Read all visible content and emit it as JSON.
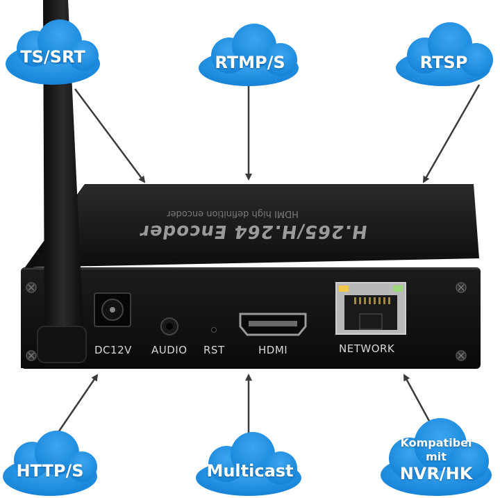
{
  "clouds": {
    "ts_srt": "TS/SRT",
    "rtmp_s": "RTMP/S",
    "rtsp": "RTSP",
    "http_s": "HTTP/S",
    "multicast": "Multicast",
    "compat_line1": "Kompatibel",
    "compat_line2": "mit",
    "compat_line3": "NVR/HK"
  },
  "device": {
    "top_title": "H.265/H.264 Encoder",
    "top_subtitle": "HDMI high definition encoder",
    "ports": {
      "dc": "DC12V",
      "audio": "AUDIO",
      "rst": "RST",
      "hdmi": "HDMI",
      "network": "NETWORK"
    }
  },
  "colors": {
    "cloud": "#1c8fe3",
    "device_body": "#141414",
    "arrow": "#3a3a3a"
  }
}
